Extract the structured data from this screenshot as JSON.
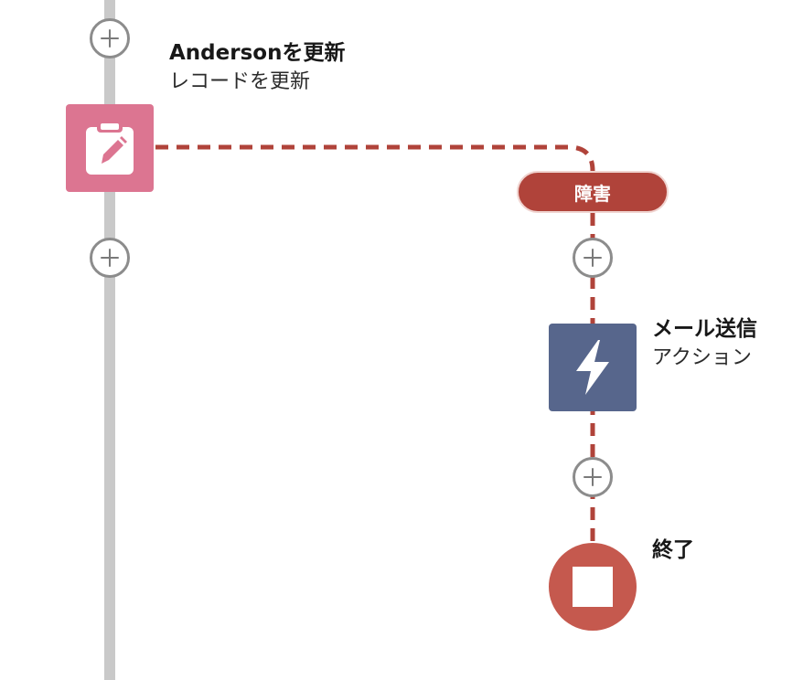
{
  "flow": {
    "update_record": {
      "title": "Andersonを更新",
      "type_label": "レコードを更新",
      "icon": "clipboard-edit-icon",
      "color": "#dc7591"
    },
    "fault_path": {
      "label": "障害",
      "color": "#b0433a"
    },
    "send_email": {
      "title": "メール送信",
      "type_label": "アクション",
      "icon": "lightning-bolt-icon",
      "color": "#57668c"
    },
    "end": {
      "title": "終了",
      "icon": "stop-square-icon",
      "color": "#c5594e"
    },
    "add_element_icon": "plus-circle-icon"
  }
}
